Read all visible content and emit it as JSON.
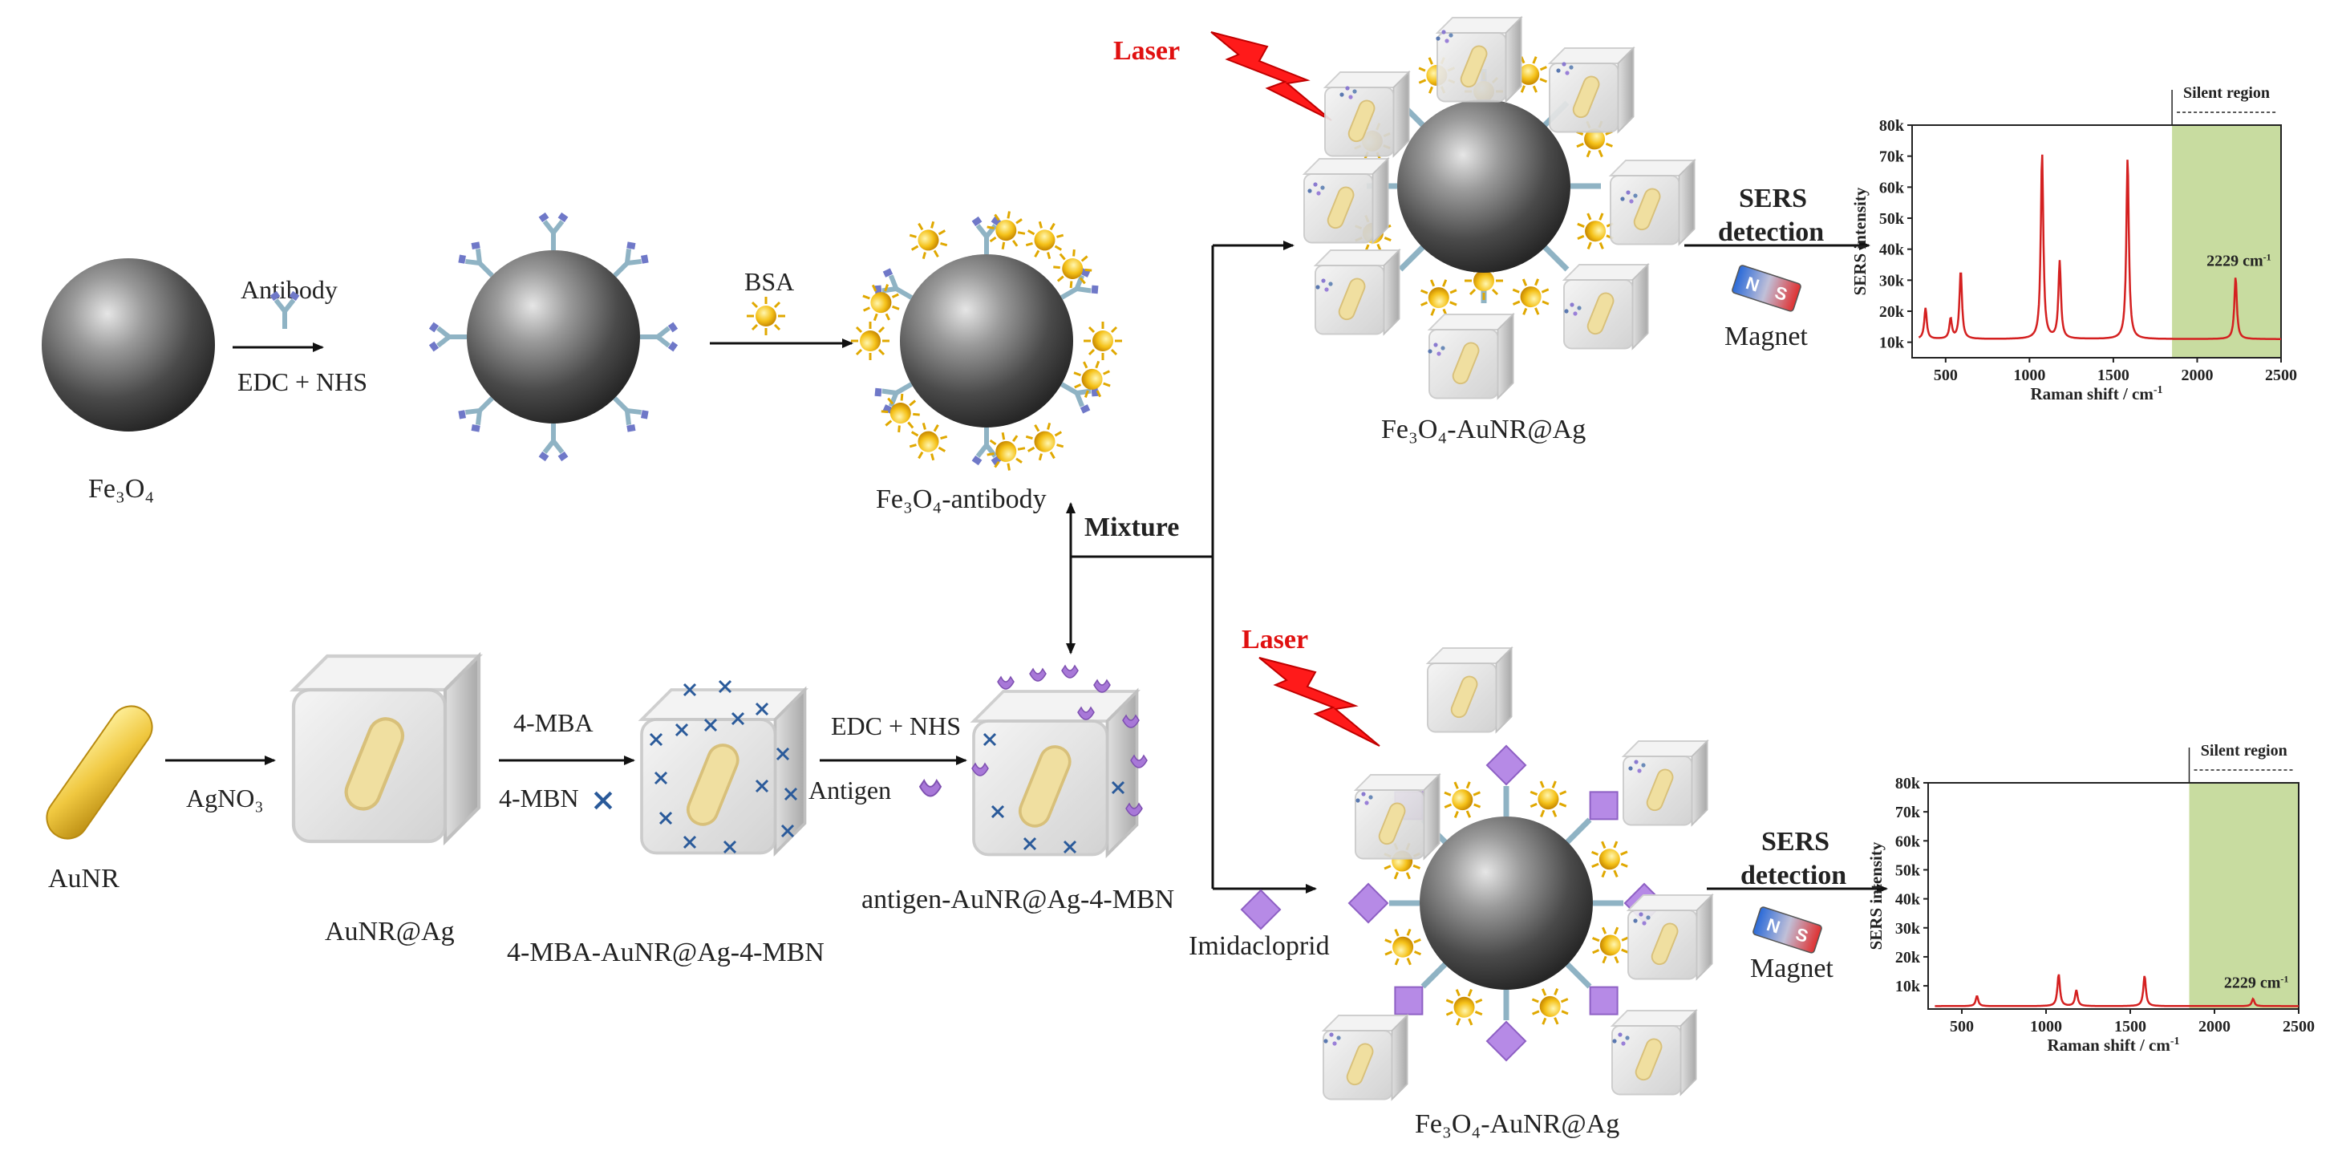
{
  "labels": {
    "fe3o4": "Fe3O4",
    "antibody_reagent": "Antibody",
    "edc_nhs_1": "EDC + NHS",
    "bsa": "BSA",
    "fe3o4_antibody": "Fe3O4-antibody",
    "mixture": "Mixture",
    "aunr": "AuNR",
    "agno3": "AgNO3",
    "aunr_ag": "AuNR@Ag",
    "mba": "4-MBA",
    "mbn": "4-MBN",
    "mba_aunr_ag_mbn": "4-MBA-AuNR@Ag-4-MBN",
    "edc_nhs_2": "EDC + NHS",
    "antigen": "Antigen",
    "antigen_aunr_ag_mbn": "antigen-AuNR@Ag-4-MBN",
    "imidacloprid": "Imidacloprid",
    "laser_top": "Laser",
    "laser_bottom": "Laser",
    "product_top": "Fe3O4-AuNR@Ag",
    "product_bottom": "Fe3O4-AuNR@Ag",
    "sers_top_1": "SERS",
    "sers_top_2": "detection",
    "sers_bottom_1": "SERS",
    "sers_bottom_2": "detection",
    "magnet_top": "Magnet",
    "magnet_bottom": "Magnet"
  },
  "colors": {
    "sphere": "#555555",
    "linker": "#8fb3c4",
    "bsa_sun": "#f2c21b",
    "antigen": "#b07ad6",
    "laser": "#e01010",
    "spectrum_line": "#d42020",
    "silent_region": "#c8dca0"
  },
  "chart_data": [
    {
      "type": "line",
      "name_key": "top",
      "xlabel": "Raman shift / cm",
      "ylabel": "SERS intensity",
      "xlim": [
        300,
        2500
      ],
      "ylim": [
        5000,
        80000
      ],
      "x_ticks": [
        "500",
        "1000",
        "1500",
        "2000",
        "2500"
      ],
      "y_ticks": [
        "10k",
        "20k",
        "30k",
        "40k",
        "50k",
        "60k",
        "70k",
        "80k"
      ],
      "silent_region_label": "Silent region",
      "silent_region": [
        1850,
        2500
      ],
      "peak_annotation": "2229 cm",
      "peaks": [
        {
          "x": 380,
          "y": 21000
        },
        {
          "x": 530,
          "y": 17500
        },
        {
          "x": 590,
          "y": 33000
        },
        {
          "x": 1075,
          "y": 71000
        },
        {
          "x": 1180,
          "y": 36000
        },
        {
          "x": 1585,
          "y": 69500
        },
        {
          "x": 2229,
          "y": 31000
        }
      ],
      "baseline": 11000
    },
    {
      "type": "line",
      "name_key": "bottom",
      "xlabel": "Raman shift / cm",
      "ylabel": "SERS intensity",
      "xlim": [
        300,
        2500
      ],
      "ylim": [
        2000,
        80000
      ],
      "x_ticks": [
        "500",
        "1000",
        "1500",
        "2000",
        "2500"
      ],
      "y_ticks": [
        "10k",
        "20k",
        "30k",
        "40k",
        "50k",
        "60k",
        "70k",
        "80k"
      ],
      "silent_region_label": "Silent region",
      "silent_region": [
        1850,
        2500
      ],
      "peak_annotation": "2229 cm",
      "peaks": [
        {
          "x": 590,
          "y": 6500
        },
        {
          "x": 1075,
          "y": 14000
        },
        {
          "x": 1180,
          "y": 8500
        },
        {
          "x": 1585,
          "y": 13500
        },
        {
          "x": 2229,
          "y": 5500
        }
      ],
      "baseline": 3000
    }
  ]
}
